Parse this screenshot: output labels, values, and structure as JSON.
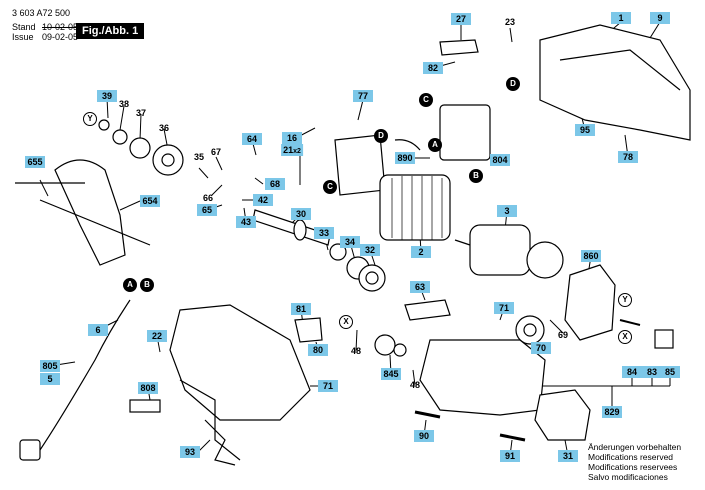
{
  "header": {
    "part_number": "3 603 A72 500",
    "stand_label": "Stand",
    "issue_label": "Issue",
    "old_date": "10-02-05",
    "new_date": "09-02-05",
    "fig_label": "Fig./Abb. 1"
  },
  "notes": [
    "Änderungen vorbehalten",
    "Modifications reserved",
    "Modifications reservees",
    "Salvo modificaciones"
  ],
  "colors": {
    "label_bg": "#7cc7e8",
    "line": "#000000"
  },
  "parts": [
    {
      "id": "27"
    },
    {
      "id": "23"
    },
    {
      "id": "1"
    },
    {
      "id": "9"
    },
    {
      "id": "82"
    },
    {
      "id": "77"
    },
    {
      "id": "39"
    },
    {
      "id": "38"
    },
    {
      "id": "37"
    },
    {
      "id": "36"
    },
    {
      "id": "64"
    },
    {
      "id": "16"
    },
    {
      "id": "21"
    },
    {
      "id": "890"
    },
    {
      "id": "804"
    },
    {
      "id": "95"
    },
    {
      "id": "78"
    },
    {
      "id": "655"
    },
    {
      "id": "35"
    },
    {
      "id": "67"
    },
    {
      "id": "66"
    },
    {
      "id": "68"
    },
    {
      "id": "654"
    },
    {
      "id": "65"
    },
    {
      "id": "43"
    },
    {
      "id": "42"
    },
    {
      "id": "30"
    },
    {
      "id": "33"
    },
    {
      "id": "34"
    },
    {
      "id": "32"
    },
    {
      "id": "2"
    },
    {
      "id": "3"
    },
    {
      "id": "860"
    },
    {
      "id": "63"
    },
    {
      "id": "71"
    },
    {
      "id": "70"
    },
    {
      "id": "69"
    },
    {
      "id": "6"
    },
    {
      "id": "22"
    },
    {
      "id": "81"
    },
    {
      "id": "805"
    },
    {
      "id": "5"
    },
    {
      "id": "808"
    },
    {
      "id": "48"
    },
    {
      "id": "845"
    },
    {
      "id": "84"
    },
    {
      "id": "83"
    },
    {
      "id": "85"
    },
    {
      "id": "829"
    },
    {
      "id": "90"
    },
    {
      "id": "91"
    },
    {
      "id": "31"
    },
    {
      "id": "93"
    }
  ],
  "part_suffix_21": "x2",
  "markers": {
    "A": "A",
    "B": "B",
    "C": "C",
    "D": "D",
    "X": "X",
    "Y": "Y"
  }
}
